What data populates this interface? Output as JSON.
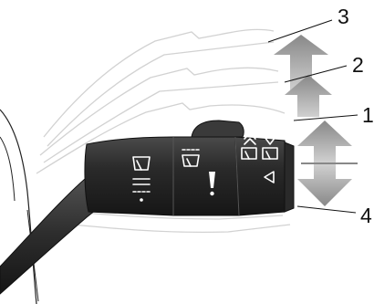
{
  "callouts": [
    {
      "label": "1",
      "position": "mid"
    },
    {
      "label": "2",
      "position": "upper"
    },
    {
      "label": "3",
      "position": "top"
    },
    {
      "label": "4",
      "position": "lower"
    }
  ],
  "colors": {
    "stalk": "#3a3a3a",
    "stalk_dark": "#1e1e1e",
    "ghost_outline": "#cfcfcf",
    "arrow": "#9a9a9a",
    "arrow_light": "#d8d8d8",
    "line": "#111111"
  },
  "icons": [
    "windscreen-wiper-icon",
    "intermittent-wipe-icon",
    "washer-icon",
    "rear-wiper-icon",
    "arrow-left-icon"
  ]
}
